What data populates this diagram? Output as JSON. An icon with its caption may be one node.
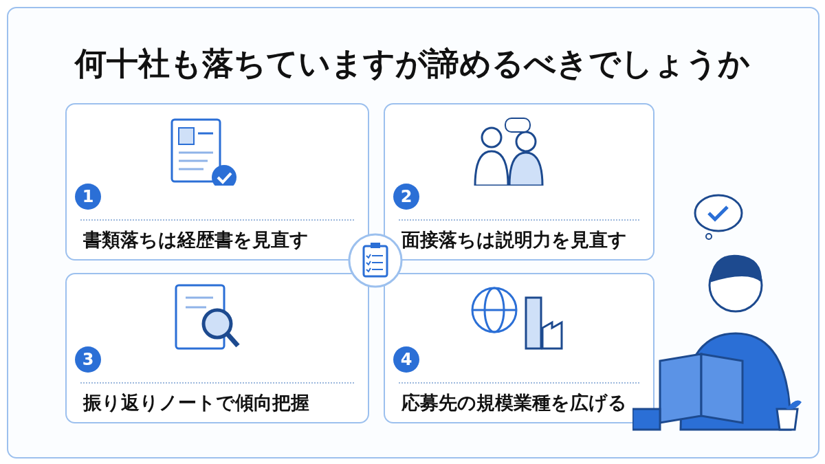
{
  "diagram": {
    "title": "何十社も落ちていますが諦めるべきでしょうか",
    "nodes": [
      {
        "text": [
          "1",
          "書類落ちは経歴書を見直す"
        ]
      },
      {
        "text": [
          "2",
          "面接落ちは説明力を見直す"
        ]
      },
      {
        "text": [
          "3",
          "振り返りノートで傾向把握"
        ]
      },
      {
        "text": [
          "4",
          "応募先の規模業種を広げる"
        ]
      }
    ],
    "edges": []
  }
}
